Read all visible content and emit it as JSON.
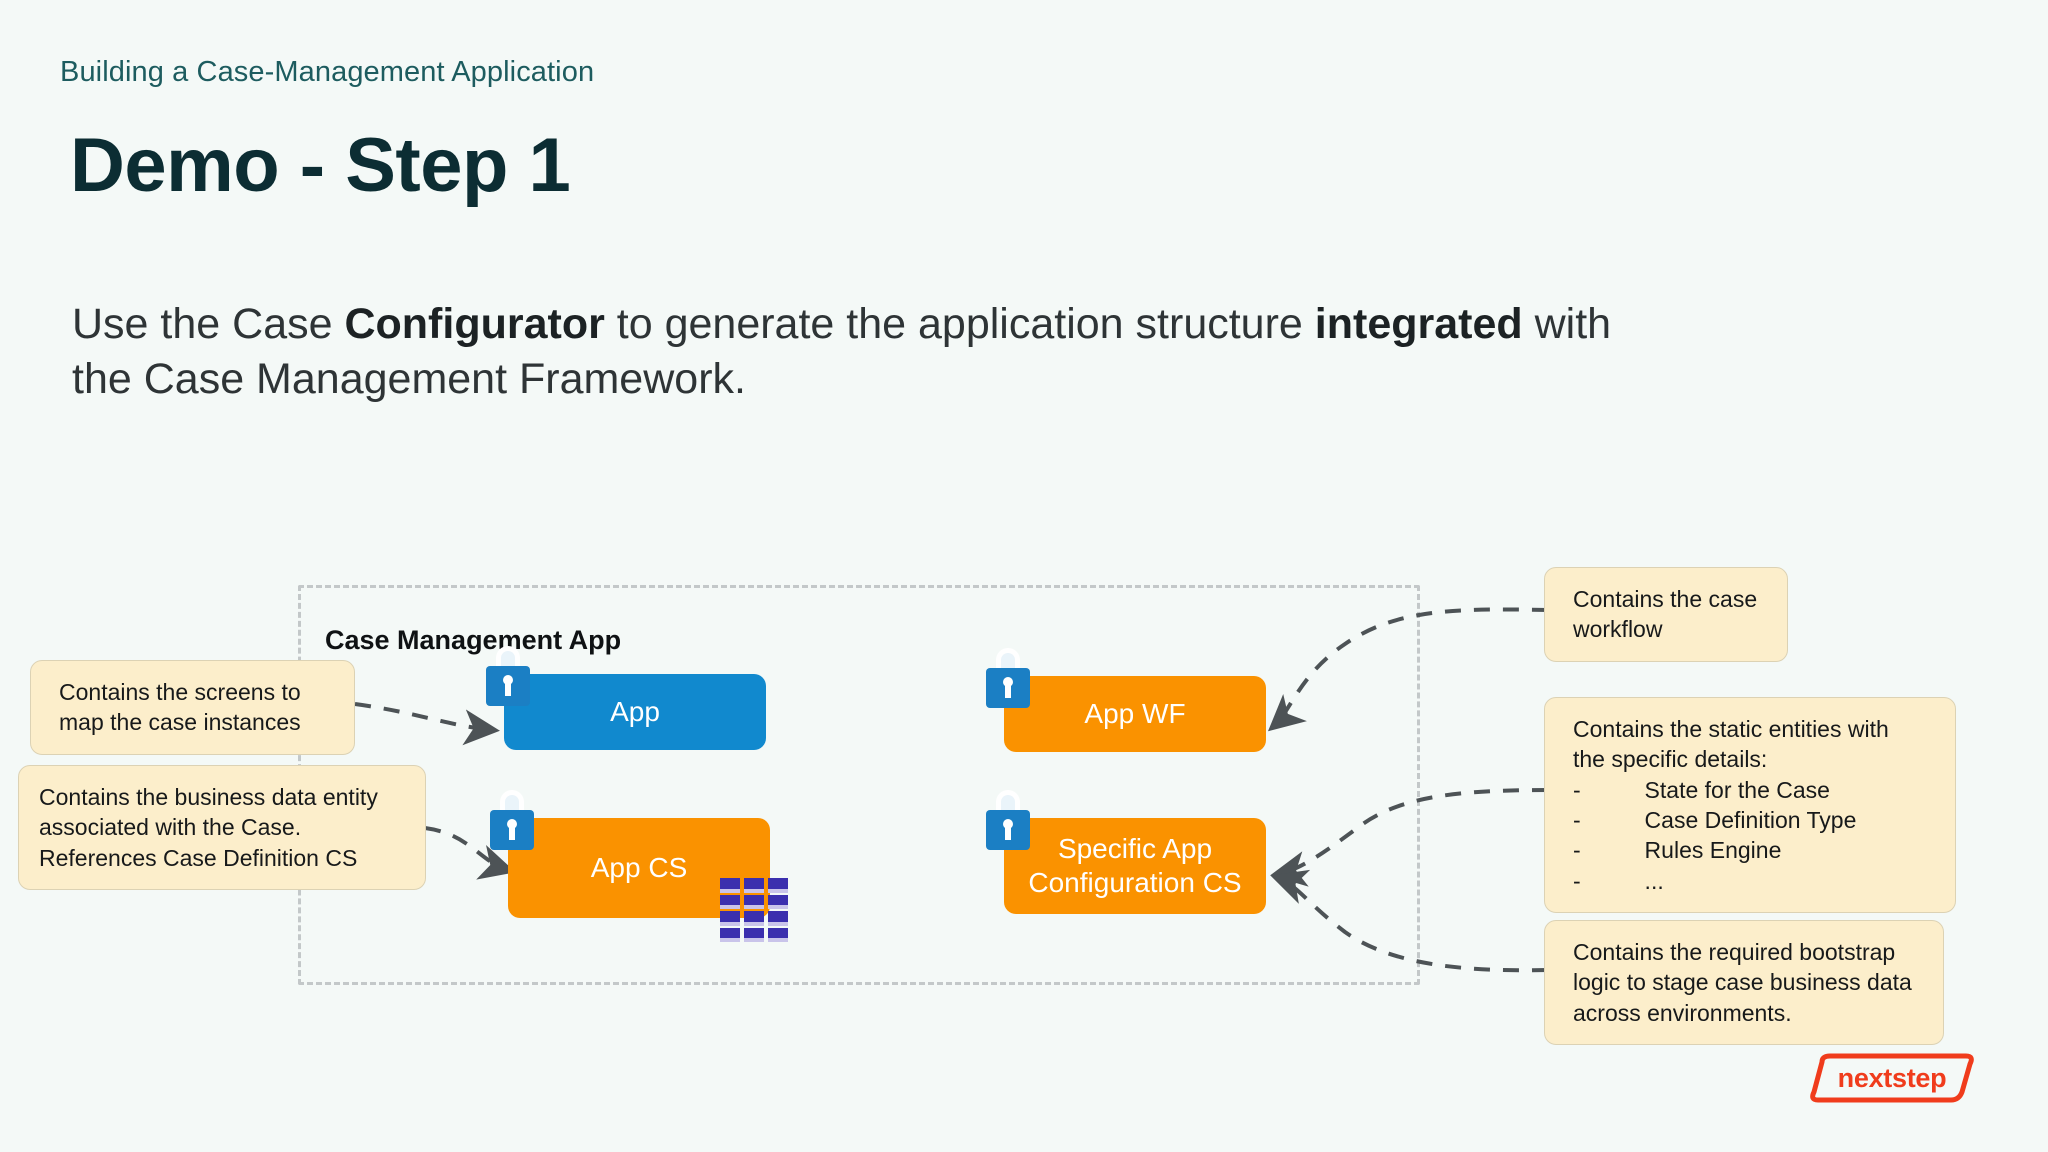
{
  "slide": {
    "background_color": "#f4f9f7",
    "eyebrow": "Building a Case-Management Application",
    "title": "Demo - Step 1",
    "body": {
      "segments": [
        {
          "text": "Use the Case ",
          "bold": false
        },
        {
          "text": "Configurator",
          "bold": true
        },
        {
          "text": " to generate the application structure ",
          "bold": false
        },
        {
          "text": "integrated",
          "bold": true
        },
        {
          "text": " with the Case Management Framework.",
          "bold": false
        }
      ],
      "plain": "Use the Case Configurator to generate the application structure integrated with the Case Management Framework."
    }
  },
  "diagram": {
    "container": {
      "label": "Case Management App",
      "border_style": "dashed",
      "border_color": "#c3c8c9"
    },
    "nodes": [
      {
        "id": "app",
        "label": "App",
        "color": "#1189ce",
        "badge": "lock-icon",
        "extra_icon": null
      },
      {
        "id": "app-wf",
        "label": "App WF",
        "color": "#fa9200",
        "badge": "lock-icon",
        "extra_icon": null
      },
      {
        "id": "app-cs",
        "label": "App CS",
        "color": "#fa9200",
        "badge": "lock-icon",
        "extra_icon": "table-icon"
      },
      {
        "id": "specific-app-configuration-cs",
        "label_line1": "Specific App",
        "label_line2": "Configuration CS",
        "color": "#fa9200",
        "badge": "lock-icon",
        "extra_icon": null
      }
    ],
    "notes": [
      {
        "id": "note-app",
        "side": "left",
        "lines": [
          "Contains the screens to",
          "map the case instances"
        ]
      },
      {
        "id": "note-app-cs",
        "side": "left",
        "lines": [
          "Contains the business data entity",
          "associated with the Case.",
          "References Case Definition CS"
        ]
      },
      {
        "id": "note-app-wf",
        "side": "right",
        "lines": [
          "Contains the case",
          "workflow"
        ]
      },
      {
        "id": "note-static-entities",
        "side": "right",
        "lines": [
          "Contains the static entities with",
          "the specific details:"
        ],
        "bullets": [
          "-          State for the Case",
          "-          Case Definition Type",
          "-          Rules Engine",
          "-          ..."
        ]
      },
      {
        "id": "note-bootstrap",
        "side": "right",
        "lines": [
          "Contains the required bootstrap",
          "logic to stage case business data",
          "across environments."
        ]
      }
    ]
  },
  "logo": {
    "text": "nextstep",
    "color": "#f03c1c"
  }
}
